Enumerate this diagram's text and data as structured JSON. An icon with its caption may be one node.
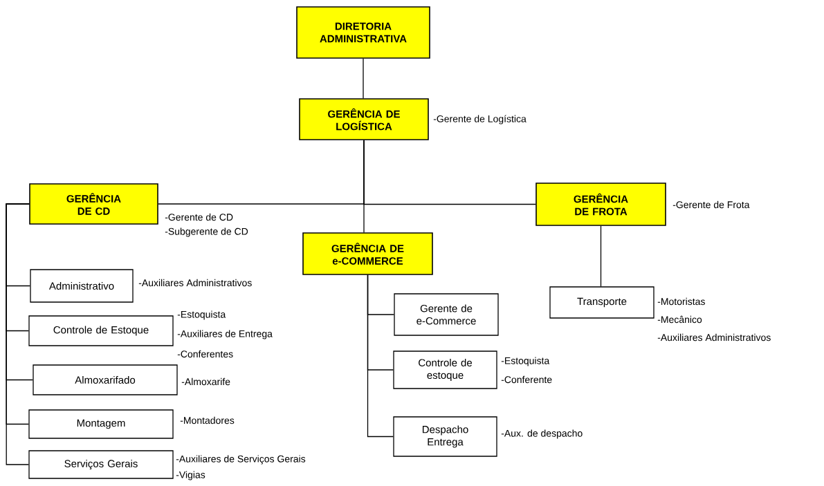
{
  "diagram": {
    "nodes": [
      {
        "text": [
          "DIRETORIA ADMINISTRATIVA"
        ]
      },
      {
        "text": [
          "GERÊNCIA DE LOGÍSTICA"
        ],
        "beside": [
          "-Gerente de Logística"
        ]
      },
      {
        "text": [
          "GERÊNCIA DE CD"
        ],
        "beside": [
          "-Gerente de CD",
          "-Subgerente de CD"
        ]
      },
      {
        "text": [
          "GERÊNCIA DE e-COMMERCE"
        ]
      },
      {
        "text": [
          "GERÊNCIA DE FROTA"
        ],
        "beside": [
          "-Gerente de Frota"
        ]
      },
      {
        "text": [
          "Administrativo"
        ],
        "beside": [
          "-Auxiliares Administrativos"
        ]
      },
      {
        "text": [
          "Controle de Estoque"
        ],
        "beside": [
          "-Estoquista",
          "-Auxiliares de Entrega",
          "-Conferentes"
        ]
      },
      {
        "text": [
          "Almoxarifado"
        ],
        "beside": [
          "-Almoxarife"
        ]
      },
      {
        "text": [
          "Montagem"
        ],
        "beside": [
          "-Montadores"
        ]
      },
      {
        "text": [
          "Serviços Gerais"
        ],
        "beside": [
          "-Auxiliares de Serviços Gerais",
          "-Vigias"
        ]
      },
      {
        "text": [
          "Gerente de e-Commerce"
        ]
      },
      {
        "text": [
          "Controle de estoque"
        ],
        "beside": [
          "-Estoquista",
          "-Conferente"
        ]
      },
      {
        "text": [
          "Despacho Entrega"
        ],
        "beside": [
          "-Aux. de despacho"
        ]
      },
      {
        "text": [
          "Transporte"
        ],
        "beside": [
          "-Motoristas",
          "-Mecânico",
          "-Auxiliares Administrativos"
        ]
      }
    ],
    "edges": [
      {
        "from": 0,
        "to": 1,
        "arrow": "none"
      },
      {
        "from": 1,
        "to": 2,
        "arrow": "none"
      },
      {
        "from": 1,
        "to": 4,
        "arrow": "none"
      },
      {
        "from": 1,
        "to": 3,
        "arrow": "none"
      },
      {
        "from": 2,
        "to": 5,
        "arrow": "none"
      },
      {
        "from": 2,
        "to": 6,
        "arrow": "none"
      },
      {
        "from": 2,
        "to": 7,
        "arrow": "none"
      },
      {
        "from": 2,
        "to": 8,
        "arrow": "none"
      },
      {
        "from": 2,
        "to": 9,
        "arrow": "none"
      },
      {
        "from": 3,
        "to": 10,
        "arrow": "none"
      },
      {
        "from": 3,
        "to": 11,
        "arrow": "none"
      },
      {
        "from": 3,
        "to": 12,
        "arrow": "none"
      },
      {
        "from": 4,
        "to": 13,
        "arrow": "none"
      }
    ]
  }
}
